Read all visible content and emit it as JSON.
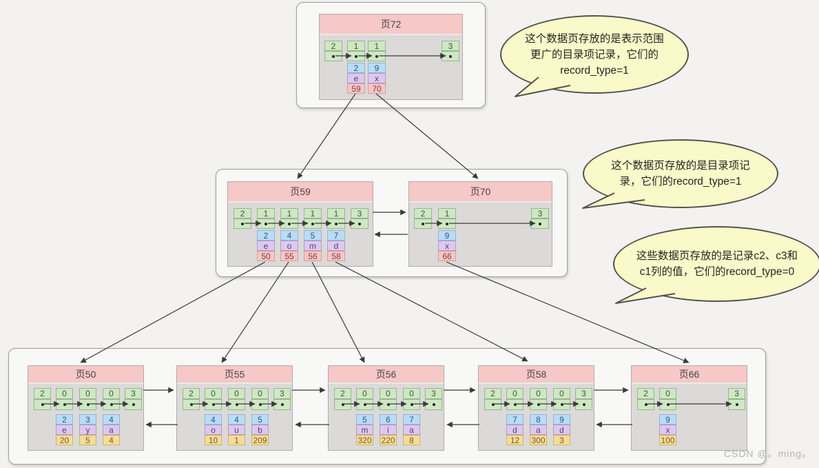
{
  "watermark": "CSDN @。ming。",
  "bubbles": [
    {
      "lines": [
        "这个数据页存放的是表示范围",
        "更广的目录项记录，它们的",
        "record_type=1"
      ]
    },
    {
      "lines": [
        "这个数据页存放的是目录项记",
        "录，它们的record_type=1"
      ]
    },
    {
      "lines": [
        "这些数据页存放的是记录c2、c3和",
        "c1列的值，它们的record_type=0"
      ]
    }
  ],
  "colors": {
    "page_header": "#f6c8c8",
    "page_body": "#dbdad8",
    "cell_type_green": "#cfe7c4",
    "cell_key_blue": "#badcf6",
    "cell_col_purple": "#dec8ee",
    "cell_page_pink": "#f6c6c6",
    "cell_value_yellow": "#f6dc9a",
    "bubble_fill": "#f9f9c9",
    "arrow": "#3a3a3a"
  },
  "pages": [
    {
      "id": "p72",
      "title": "页72",
      "leaf": false,
      "infimum": "2",
      "supremum": "3",
      "records": [
        {
          "type": "1",
          "cells": [
            "2",
            "e",
            "59"
          ]
        },
        {
          "type": "1",
          "cells": [
            "9",
            "x",
            "70"
          ]
        }
      ]
    },
    {
      "id": "p59",
      "title": "页59",
      "leaf": false,
      "infimum": "2",
      "supremum": "3",
      "records": [
        {
          "type": "1",
          "cells": [
            "2",
            "e",
            "50"
          ]
        },
        {
          "type": "1",
          "cells": [
            "4",
            "o",
            "55"
          ]
        },
        {
          "type": "1",
          "cells": [
            "5",
            "m",
            "56"
          ]
        },
        {
          "type": "1",
          "cells": [
            "7",
            "d",
            "58"
          ]
        }
      ]
    },
    {
      "id": "p70",
      "title": "页70",
      "leaf": false,
      "infimum": "2",
      "supremum": "3",
      "records": [
        {
          "type": "1",
          "cells": [
            "9",
            "x",
            "66"
          ]
        }
      ]
    },
    {
      "id": "p50",
      "title": "页50",
      "leaf": true,
      "infimum": "2",
      "supremum": "3",
      "records": [
        {
          "type": "0",
          "cells": [
            "2",
            "e",
            "20"
          ]
        },
        {
          "type": "0",
          "cells": [
            "3",
            "y",
            "5"
          ]
        },
        {
          "type": "0",
          "cells": [
            "4",
            "a",
            "4"
          ]
        }
      ]
    },
    {
      "id": "p55",
      "title": "页55",
      "leaf": true,
      "infimum": "2",
      "supremum": "3",
      "records": [
        {
          "type": "0",
          "cells": [
            "4",
            "o",
            "10"
          ]
        },
        {
          "type": "0",
          "cells": [
            "4",
            "u",
            "1"
          ]
        },
        {
          "type": "0",
          "cells": [
            "5",
            "b",
            "209"
          ]
        }
      ]
    },
    {
      "id": "p56",
      "title": "页56",
      "leaf": true,
      "infimum": "2",
      "supremum": "3",
      "records": [
        {
          "type": "0",
          "cells": [
            "5",
            "m",
            "320"
          ]
        },
        {
          "type": "0",
          "cells": [
            "6",
            "i",
            "220"
          ]
        },
        {
          "type": "0",
          "cells": [
            "7",
            "a",
            "8"
          ]
        }
      ]
    },
    {
      "id": "p58",
      "title": "页58",
      "leaf": true,
      "infimum": "2",
      "supremum": "3",
      "records": [
        {
          "type": "0",
          "cells": [
            "7",
            "d",
            "12"
          ]
        },
        {
          "type": "0",
          "cells": [
            "8",
            "a",
            "300"
          ]
        },
        {
          "type": "0",
          "cells": [
            "9",
            "d",
            "3"
          ]
        }
      ]
    },
    {
      "id": "p66",
      "title": "页66",
      "leaf": true,
      "infimum": "2",
      "supremum": "3",
      "records": [
        {
          "type": "0",
          "cells": [
            "9",
            "x",
            "100"
          ]
        }
      ]
    }
  ]
}
